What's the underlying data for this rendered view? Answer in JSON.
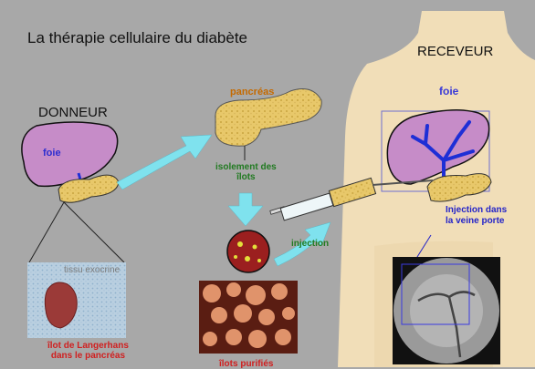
{
  "title": "La thérapie cellulaire du diabète",
  "donor": {
    "heading": "DONNEUR",
    "liver_label": "foie",
    "tissue_label": "tissu exocrine",
    "islet_label_line1": "îlot de Langerhans",
    "islet_label_line2": "dans le pancréas"
  },
  "recipient": {
    "heading": "RECEVEUR",
    "liver_label": "foie",
    "injection_line1": "Injection dans",
    "injection_line2": "la veine porte"
  },
  "process": {
    "pancreas_label": "pancréas",
    "isolation_line1": "isolement des",
    "isolation_line2": "îlots",
    "injection_label": "injection",
    "purified_label": "îlots purifiés"
  },
  "colors": {
    "background": "#a8a8a8",
    "liver": "#c68cc8",
    "pancreas": "#e8c86a",
    "arrow": "#7fe2ee",
    "skin": "#f1deb8"
  }
}
